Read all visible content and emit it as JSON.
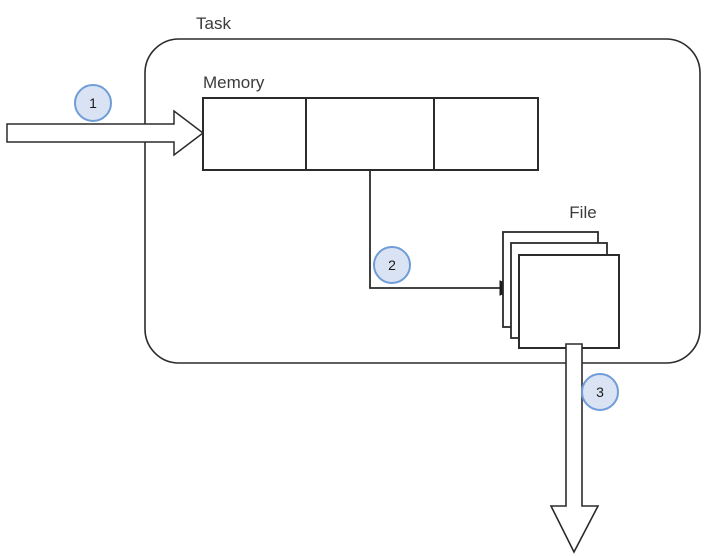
{
  "diagram": {
    "title_label": "Task",
    "labels": {
      "task": "Task",
      "memory": "Memory",
      "file": "File"
    },
    "colors": {
      "line": "#2b2b2b",
      "container_line": "#333333",
      "text": "#3b3b3b",
      "badge_fill": "#dae3f3",
      "badge_border": "#6f9dd8",
      "badge_text": "#1b1b1b",
      "background": "#ffffff",
      "shape_fill": "#ffffff"
    },
    "container": {
      "name": "task-container",
      "label": "Task"
    },
    "memory": {
      "label": "Memory",
      "cells": [
        "",
        "",
        ""
      ],
      "cell_count": 3
    },
    "file": {
      "label": "File",
      "stack_count": 3
    },
    "steps": [
      {
        "id": "1",
        "label": "1",
        "description": "input into memory"
      },
      {
        "id": "2",
        "label": "2",
        "description": "memory to file"
      },
      {
        "id": "3",
        "label": "3",
        "description": "file out of task"
      }
    ]
  }
}
